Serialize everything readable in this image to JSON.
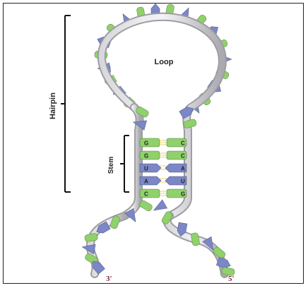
{
  "labels": {
    "loop": "Loop",
    "hairpin": "Hairpin",
    "stem": "Stem",
    "end_3": "3'",
    "end_5": "5'"
  },
  "base_pairs": [
    {
      "left": "G",
      "right": "C",
      "left_color": "#8fd16a",
      "right_color": "#8fd16a"
    },
    {
      "left": "G",
      "right": "C",
      "left_color": "#8fd16a",
      "right_color": "#8fd16a"
    },
    {
      "left": "U",
      "right": "A",
      "left_color": "#7b87c6",
      "right_color": "#7b87c6"
    },
    {
      "left": "A",
      "right": "U",
      "left_color": "#7b87c6",
      "right_color": "#7b87c6"
    },
    {
      "left": "C",
      "right": "G",
      "left_color": "#8fd16a",
      "right_color": "#8fd16a"
    }
  ],
  "colors": {
    "purine_green": "#8fd16a",
    "pyrimidine_blue": "#7b87c6",
    "hydrogen_bond": "#e8d44a",
    "backbone": "#b9b9bd",
    "end_label": "#7a1f3d"
  }
}
